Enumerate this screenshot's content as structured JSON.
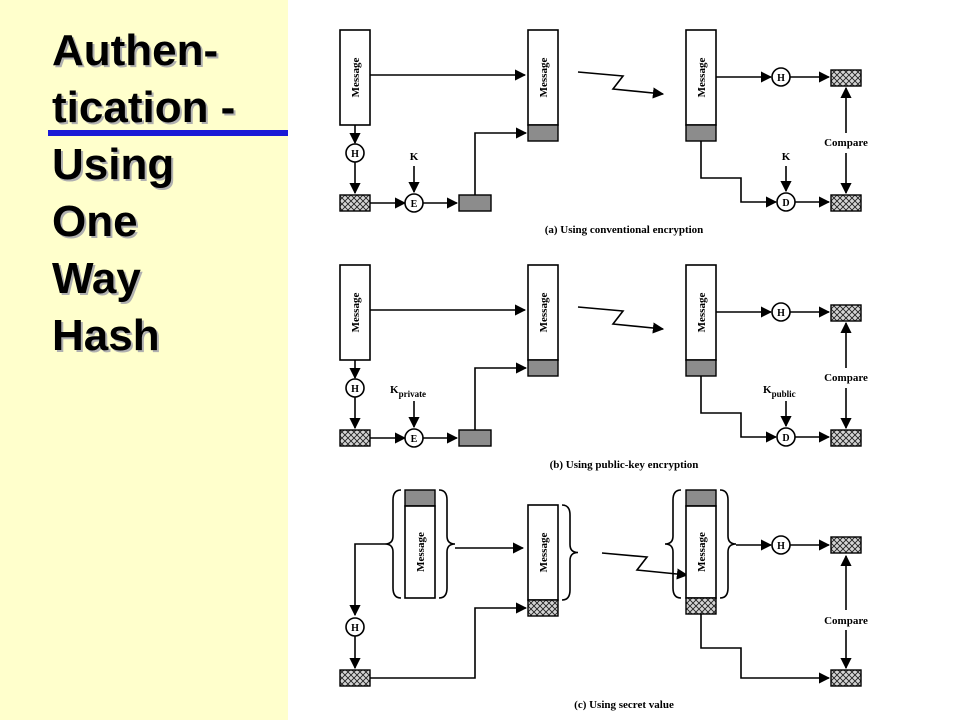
{
  "colors": {
    "panel": "#ffffcc",
    "rule": "#1a1ad6",
    "hash_fill": "#d0d0d0",
    "gray_block": "#8c8c8c"
  },
  "title": {
    "lines": [
      "Authen-",
      "tication -",
      "Using",
      "One",
      "Way",
      "Hash"
    ]
  },
  "diagram": {
    "message_label": "Message",
    "hash_label": "H",
    "encrypt_label": "E",
    "decrypt_label": "D",
    "compare_label": "Compare",
    "key_label": "K",
    "private_key_main": "K",
    "private_key_sub": "private",
    "public_key_main": "K",
    "public_key_sub": "public",
    "caption_a": "(a) Using conventional encryption",
    "caption_b": "(b) Using public-key encryption",
    "caption_c": "(c) Using secret value"
  }
}
